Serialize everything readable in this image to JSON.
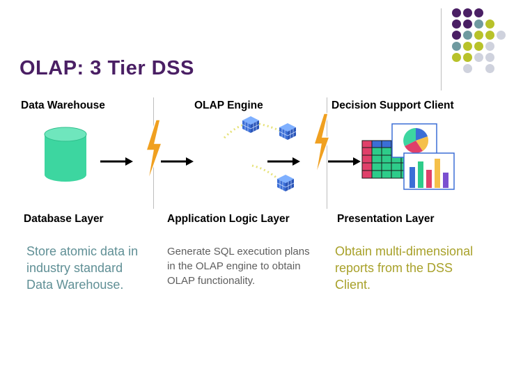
{
  "slide": {
    "title": "OLAP: 3 Tier DSS"
  },
  "columns": [
    {
      "heading": "Data Warehouse",
      "layer": "Database Layer",
      "description": "Store atomic data in industry standard Data Warehouse."
    },
    {
      "heading": "OLAP Engine",
      "layer": "Application Logic Layer",
      "description": "Generate SQL execution plans in the OLAP engine to obtain OLAP functionality."
    },
    {
      "heading": "Decision Support Client",
      "layer": "Presentation Layer",
      "description": "Obtain multi-dimensional reports from the DSS Client."
    }
  ],
  "colors": {
    "title": "#4a1f64",
    "database": "#3dd6a0",
    "teal_text": "#5f8f95",
    "olive_text": "#a8a12a",
    "lightning": "#f0a020",
    "dot_purple": "#4a1f64",
    "dot_teal": "#6f9aa0",
    "dot_olive": "#b8c22a",
    "dot_gray": "#cfd2dd"
  },
  "decoration": {
    "dot_grid": [
      [
        "purple",
        "purple",
        "purple",
        "",
        ""
      ],
      [
        "purple",
        "purple",
        "teal",
        "olive",
        ""
      ],
      [
        "purple",
        "teal",
        "olive",
        "olive",
        "gray"
      ],
      [
        "teal",
        "olive",
        "olive",
        "gray",
        ""
      ],
      [
        "olive",
        "olive",
        "gray",
        "gray",
        ""
      ],
      [
        "",
        "gray",
        "",
        "gray",
        ""
      ]
    ]
  }
}
